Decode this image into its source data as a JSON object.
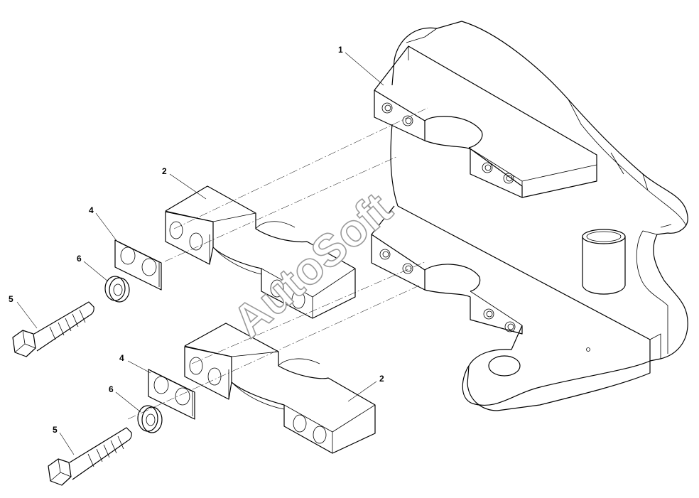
{
  "watermark": "AutoSoft",
  "callouts": {
    "bracket": "1",
    "clamp_upper": "2",
    "clamp_lower": "2",
    "shim_upper": "4",
    "shim_lower": "4",
    "washer_upper": "6",
    "washer_lower": "6",
    "bolt_upper": "5",
    "bolt_lower": "5"
  },
  "colors": {
    "line": "#000000",
    "paper": "#ffffff",
    "watermark_outline": "#9a9a9a"
  }
}
